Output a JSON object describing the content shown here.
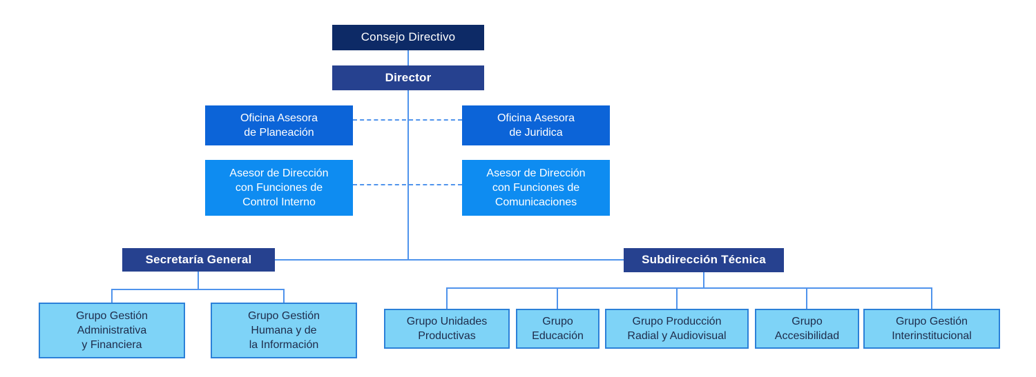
{
  "colors": {
    "navy": "#0D2A66",
    "royal": "#26418F",
    "blue_mid": "#0C64D8",
    "blue_bright": "#0E8CF1",
    "light_fill": "#7ED3F7",
    "light_border": "#2B80D8",
    "connector": "#4F93EC",
    "dark_text": "#1E2B4A",
    "white_text": "#FFFFFF"
  },
  "chart": {
    "type": "org-chart",
    "nodes": {
      "consejo": "Consejo Directivo",
      "director": "Director",
      "oficina_planeacion": "Oficina Asesora\nde Planeación",
      "oficina_juridica": "Oficina Asesora\nde Juridica",
      "asesor_control": "Asesor de Dirección\ncon Funciones de\nControl Interno",
      "asesor_comunicaciones": "Asesor de Dirección\ncon Funciones de\nComunicaciones",
      "secretaria": "Secretaría General",
      "subdireccion": "Subdirección Técnica",
      "grupo_admin": "Grupo Gestión\nAdministrativa\ny Financiera",
      "grupo_humana": "Grupo Gestión\nHumana y de\nla Información",
      "grupo_unidades": "Grupo Unidades\nProductivas",
      "grupo_educacion": "Grupo\nEducación",
      "grupo_produccion": "Grupo Producción\nRadial y Audiovisual",
      "grupo_accesibilidad": "Grupo\nAccesibilidad",
      "grupo_interinstitucional": "Grupo Gestión\nInterinstitucional"
    },
    "structure": [
      {
        "parent": "Consejo Directivo",
        "child": "Director",
        "link": "solid"
      },
      {
        "parent": "Director",
        "child": "Oficina Asesora de Planeación",
        "link": "dashed"
      },
      {
        "parent": "Director",
        "child": "Oficina Asesora de Juridica",
        "link": "dashed"
      },
      {
        "parent": "Director",
        "child": "Asesor de Dirección con Funciones de Control Interno",
        "link": "dashed"
      },
      {
        "parent": "Director",
        "child": "Asesor de Dirección con Funciones de Comunicaciones",
        "link": "dashed"
      },
      {
        "parent": "Director",
        "child": "Secretaría General",
        "link": "solid"
      },
      {
        "parent": "Director",
        "child": "Subdirección Técnica",
        "link": "solid"
      },
      {
        "parent": "Secretaría General",
        "child": "Grupo Gestión Administrativa y Financiera",
        "link": "solid"
      },
      {
        "parent": "Secretaría General",
        "child": "Grupo Gestión Humana y de la Información",
        "link": "solid"
      },
      {
        "parent": "Subdirección Técnica",
        "child": "Grupo Unidades Productivas",
        "link": "solid"
      },
      {
        "parent": "Subdirección Técnica",
        "child": "Grupo Educación",
        "link": "solid"
      },
      {
        "parent": "Subdirección Técnica",
        "child": "Grupo Producción Radial y Audiovisual",
        "link": "solid"
      },
      {
        "parent": "Subdirección Técnica",
        "child": "Grupo Accesibilidad",
        "link": "solid"
      },
      {
        "parent": "Subdirección Técnica",
        "child": "Grupo Gestión Interinstitucional",
        "link": "solid"
      }
    ]
  }
}
